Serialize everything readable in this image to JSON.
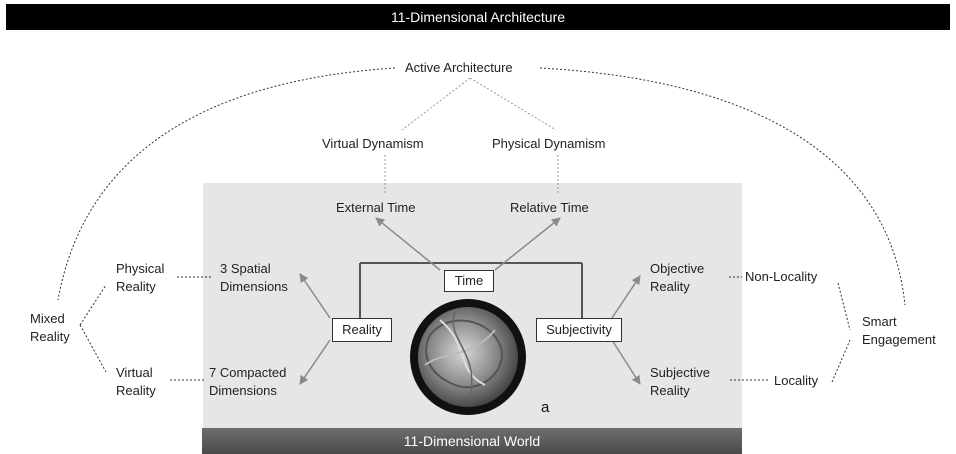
{
  "header": {
    "title": "11-Dimensional Architecture"
  },
  "footer": {
    "title": "11-Dimensional World"
  },
  "nodes": {
    "active_architecture": "Active Architecture",
    "virtual_dynamism": "Virtual Dynamism",
    "physical_dynamism": "Physical Dynamism",
    "external_time": "External Time",
    "relative_time": "Relative Time",
    "time": "Time",
    "reality": "Reality",
    "subjectivity": "Subjectivity",
    "spatial_dimensions": [
      "3 Spatial",
      "Dimensions"
    ],
    "compacted_dimensions": [
      "7 Compacted",
      "Dimensions"
    ],
    "objective_reality": [
      "Objective",
      "Reality"
    ],
    "subjective_reality": [
      "Subjective",
      "Reality"
    ],
    "physical_reality": [
      "Physical",
      "Reality"
    ],
    "virtual_reality": [
      "Virtual",
      "Reality"
    ],
    "mixed_reality": [
      "Mixed",
      "Reality"
    ],
    "non_locality": "Non-Locality",
    "locality": "Locality",
    "smart_engagement": [
      "Smart",
      "Engagement"
    ],
    "figure_letter": "a"
  },
  "colors": {
    "panel": "#e6e6e6",
    "arrow": "#8a8a8a",
    "dashed": "#333333",
    "bar": "#000000"
  }
}
